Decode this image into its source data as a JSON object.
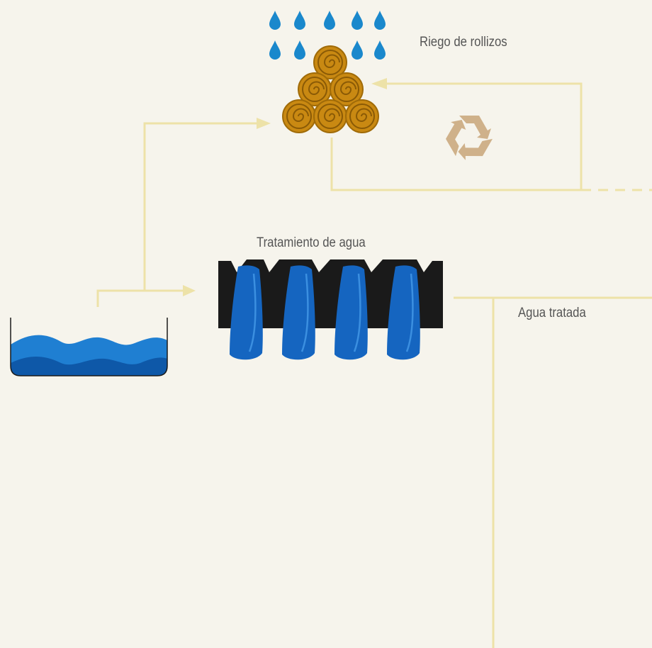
{
  "labels": {
    "log_irrigation": "Riego de rollizos",
    "water_treatment": "Tratamiento de agua",
    "treated_water": "Agua tratada"
  },
  "icons": {
    "rain": "water-drop-icon",
    "logs": "log-pile-icon",
    "recycle": "recycle-icon",
    "treatment": "water-treatment-filter-icon",
    "source": "water-basin-icon"
  },
  "colors": {
    "background": "#f6f4ec",
    "flow_line": "#ede2a8",
    "water_light": "#1f7fd2",
    "water_dark": "#0e58a8",
    "drop": "#1a88cc",
    "log_body": "#c98912",
    "log_spiral": "#8a5a06",
    "recycle": "#cfb18a",
    "filter_black": "#1a1a1a",
    "label_text": "#555555"
  }
}
